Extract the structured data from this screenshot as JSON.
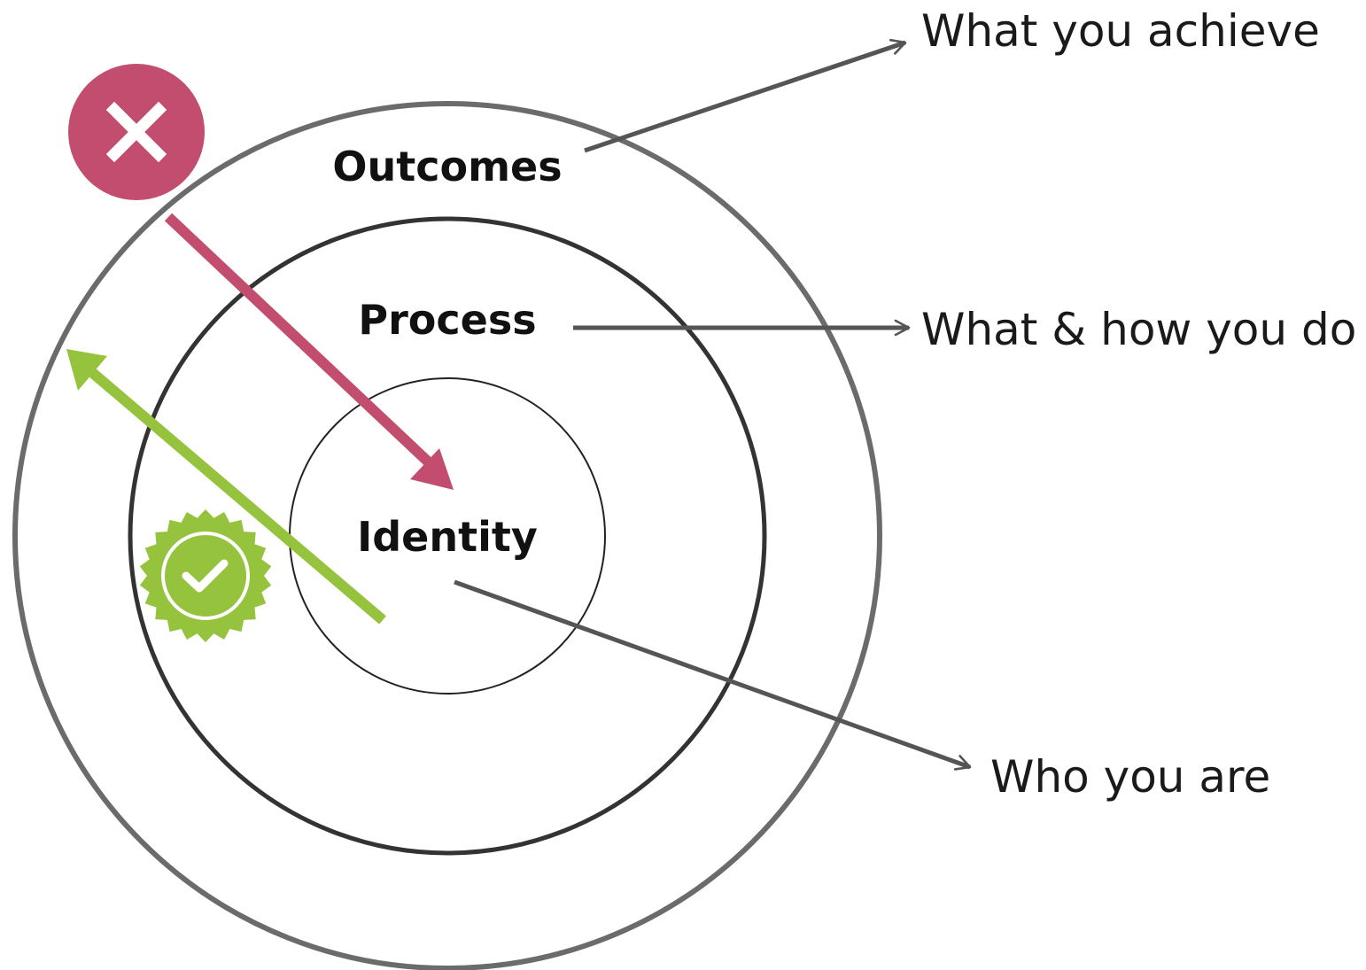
{
  "rings": {
    "outcomes": "Outcomes",
    "process": "Process",
    "identity": "Identity"
  },
  "descriptions": {
    "outcomes": "What you achieve",
    "process": "What & how you do",
    "identity": "Who you are"
  },
  "badges": {
    "wrong": {
      "icon": "x-mark-icon",
      "color": "#c24d6e"
    },
    "right": {
      "icon": "check-seal-icon",
      "color": "#95c33d"
    }
  },
  "colors": {
    "ring": "#6b6b6b",
    "ring_inner": "#222222",
    "pointer_arrow": "#555555",
    "wrong_arrow": "#c24d6e",
    "right_arrow": "#95c33d"
  }
}
